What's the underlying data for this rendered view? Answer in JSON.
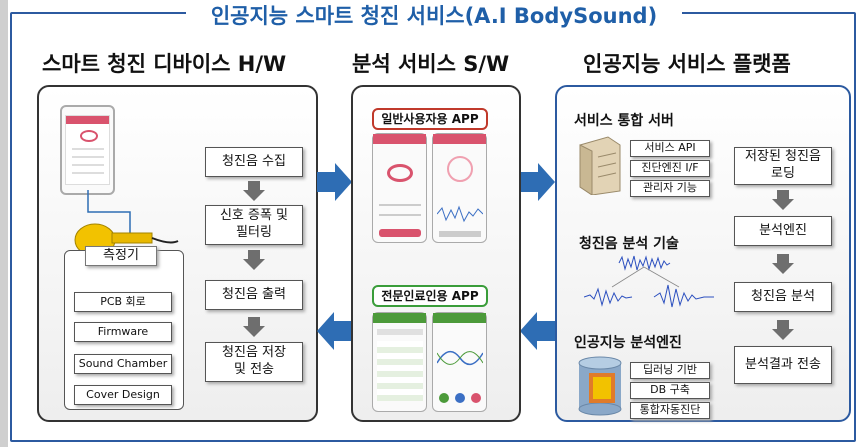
{
  "title": "인공지능 스마트 청진 서비스(A.I BodySound)",
  "sections": {
    "hw": "스마트 청진 디바이스 H/W",
    "sw": "분석 서비스 S/W",
    "platform": "인공지능 서비스 플랫폼"
  },
  "hw": {
    "device_label": "측정기",
    "components": [
      "PCB 회로",
      "Firmware",
      "Sound Chamber",
      "Cover Design"
    ],
    "flow": [
      "청진음 수집",
      "신호 증폭 및\n필터링",
      "청진음 출력",
      "청진음 저장\n및 전송"
    ]
  },
  "sw": {
    "general_app": "일반사용자용 APP",
    "pro_app": "전문인료인용 APP"
  },
  "platform": {
    "server_title": "서비스 통합 서버",
    "server_items": [
      "서비스 API",
      "진단엔진 I/F",
      "관리자 기능"
    ],
    "tech_title": "청진음 분석 기술",
    "engine_title": "인공지능 분석엔진",
    "engine_items": [
      "딥러닝 기반",
      "DB 구축",
      "통합자동진단"
    ],
    "flow": [
      "저장된 청진음\n로딩",
      "분석엔진",
      "청진음 분석",
      "분석결과  전송"
    ]
  },
  "colors": {
    "title": "#1f5fa8",
    "arrow": "#2e6db4",
    "border_blue": "#2c5aa0",
    "general_pill": "#c0392b",
    "pro_pill": "#3a9d3a"
  }
}
